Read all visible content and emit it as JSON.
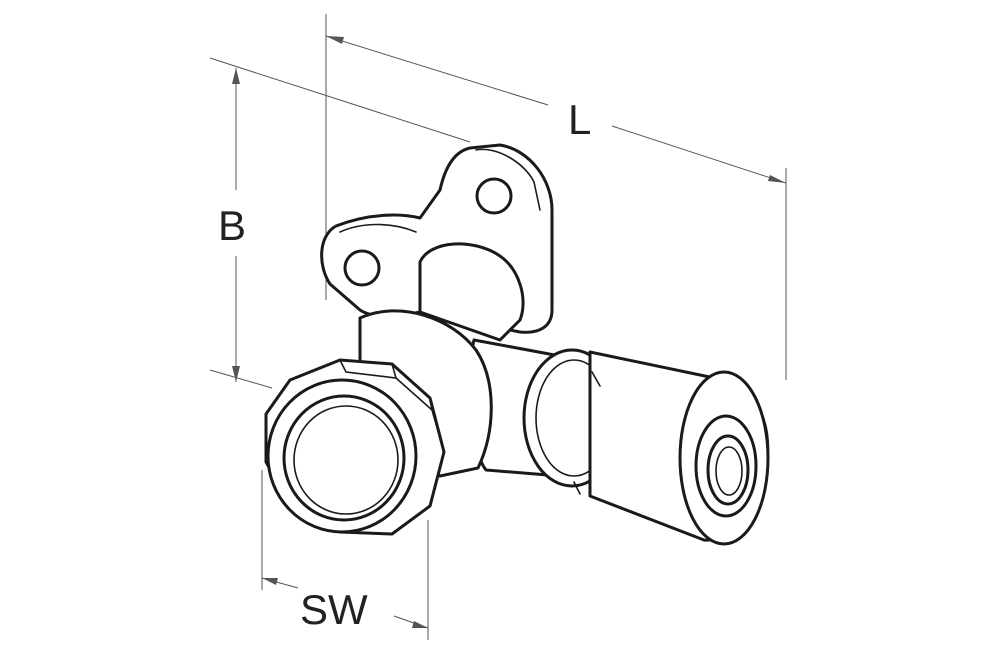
{
  "dimensions": {
    "length_label": "L",
    "height_label": "B",
    "wrench_size_label": "SW"
  },
  "colors": {
    "background": "#ffffff",
    "outline": "#1a1a1a",
    "dimension_line": "#555555"
  }
}
